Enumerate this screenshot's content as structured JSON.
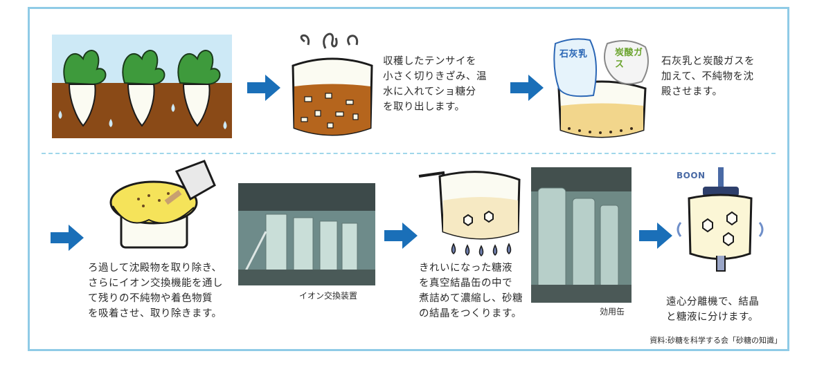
{
  "steps": [
    {
      "lines": [
        "収穫したテンサイを",
        "小さく切りきざみ、温",
        "水に入れてショ糖分",
        "を取り出します。"
      ]
    },
    {
      "lines": [
        "石灰乳と炭酸ガスを",
        "加えて、不純物を沈",
        "殿させます。"
      ]
    },
    {
      "lines": [
        "ろ過して沈殿物を取り除き、",
        "さらにイオン交換機能を通し",
        "て残りの不純物や着色物質",
        "を吸着させ、取り除きます。"
      ]
    },
    {
      "lines": [
        "きれいになった糖液",
        "を真空結晶缶の中で",
        "煮詰めて濃縮し、砂糖",
        "の結晶をつくります。"
      ]
    },
    {
      "lines": [
        "遠心分離機で、結晶",
        "と糖液に分けます。"
      ]
    }
  ],
  "labels": {
    "lime": "石灰乳",
    "co2": "炭酸ガス",
    "boon": "BOON"
  },
  "captions": {
    "ion_exchange": "イオン交換装置",
    "evaporator": "効用缶"
  },
  "source": "資料:砂糖を科学する会「砂糖の知識」",
  "colors": {
    "arrow": "#1a6fb8",
    "frame": "#8fcbe6",
    "soil": "#8a4a17",
    "sky": "#cde9f6",
    "leaf": "#3e9a3c",
    "syrup": "#b5651d",
    "cream": "#f6e9c3",
    "lime_text": "#2a66b5",
    "co2_text": "#6aa32c"
  }
}
